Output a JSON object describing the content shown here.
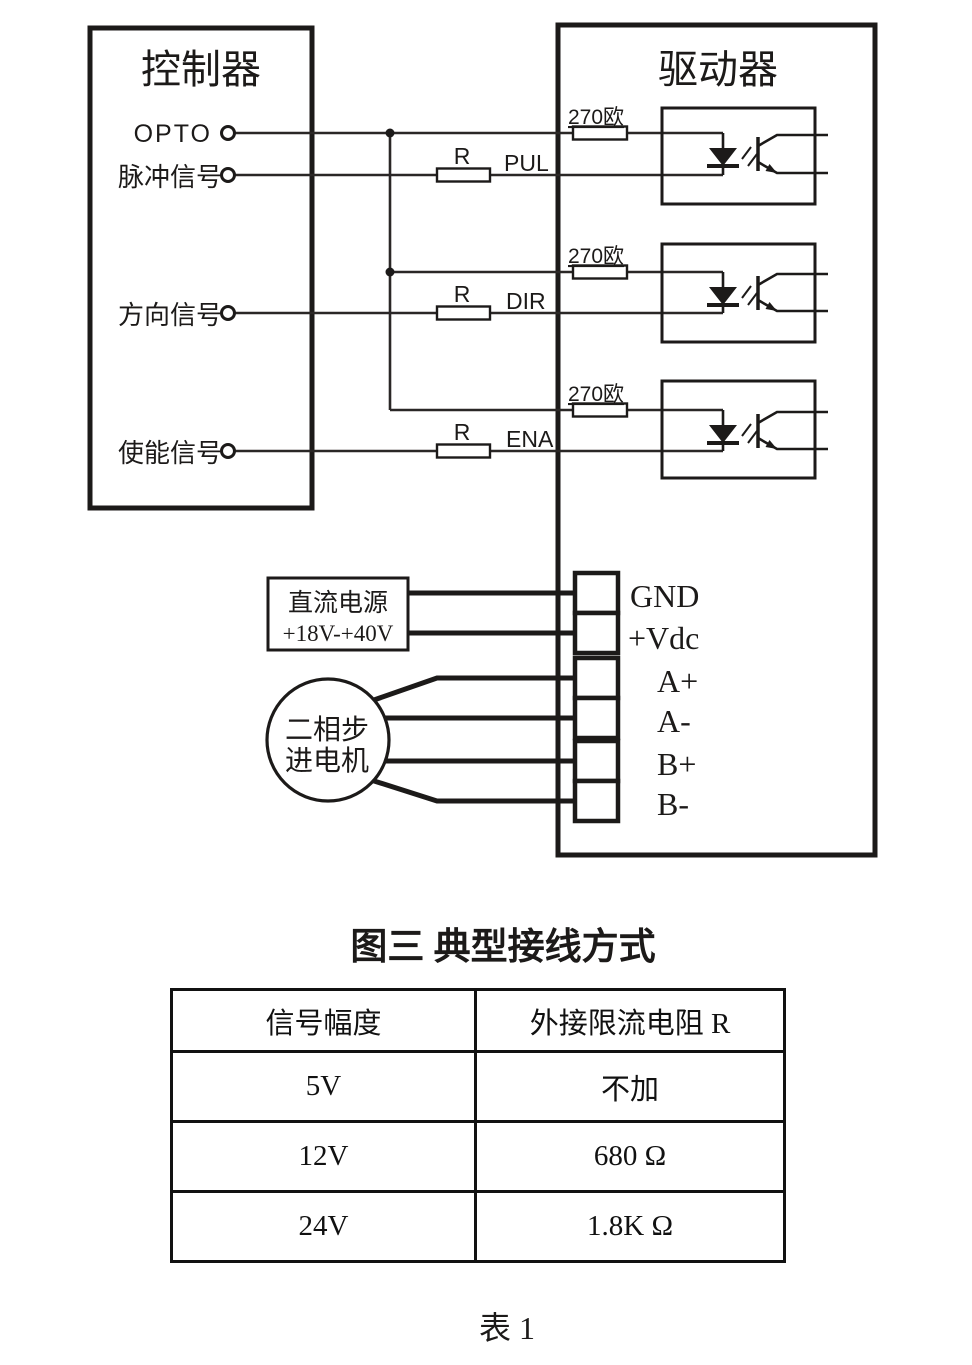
{
  "figure": {
    "caption": "图三 典型接线方式",
    "controller": {
      "title": "控制器",
      "signals": [
        "OPTO",
        "脉冲信号",
        "方向信号",
        "使能信号"
      ]
    },
    "driver": {
      "title": "驱动器",
      "inputs": [
        "PUL",
        "DIR",
        "ENA"
      ],
      "internal_resistor_label": "270欧",
      "terminals": [
        "GND",
        "+Vdc",
        "A+",
        "A-",
        "B+",
        "B-"
      ]
    },
    "series_resistor_label": "R",
    "power_supply": {
      "line1": "直流电源",
      "line2": "+18V-+40V"
    },
    "motor": {
      "line1": "二相步",
      "line2": "进电机"
    }
  },
  "table": {
    "headers": [
      "信号幅度",
      "外接限流电阻 R"
    ],
    "rows": [
      [
        "5V",
        "不加"
      ],
      [
        "12V",
        "680 Ω"
      ],
      [
        "24V",
        "1.8K Ω"
      ]
    ],
    "caption": "表 1"
  },
  "colors": {
    "ink": "#1c1a19",
    "background": "#ffffff"
  }
}
